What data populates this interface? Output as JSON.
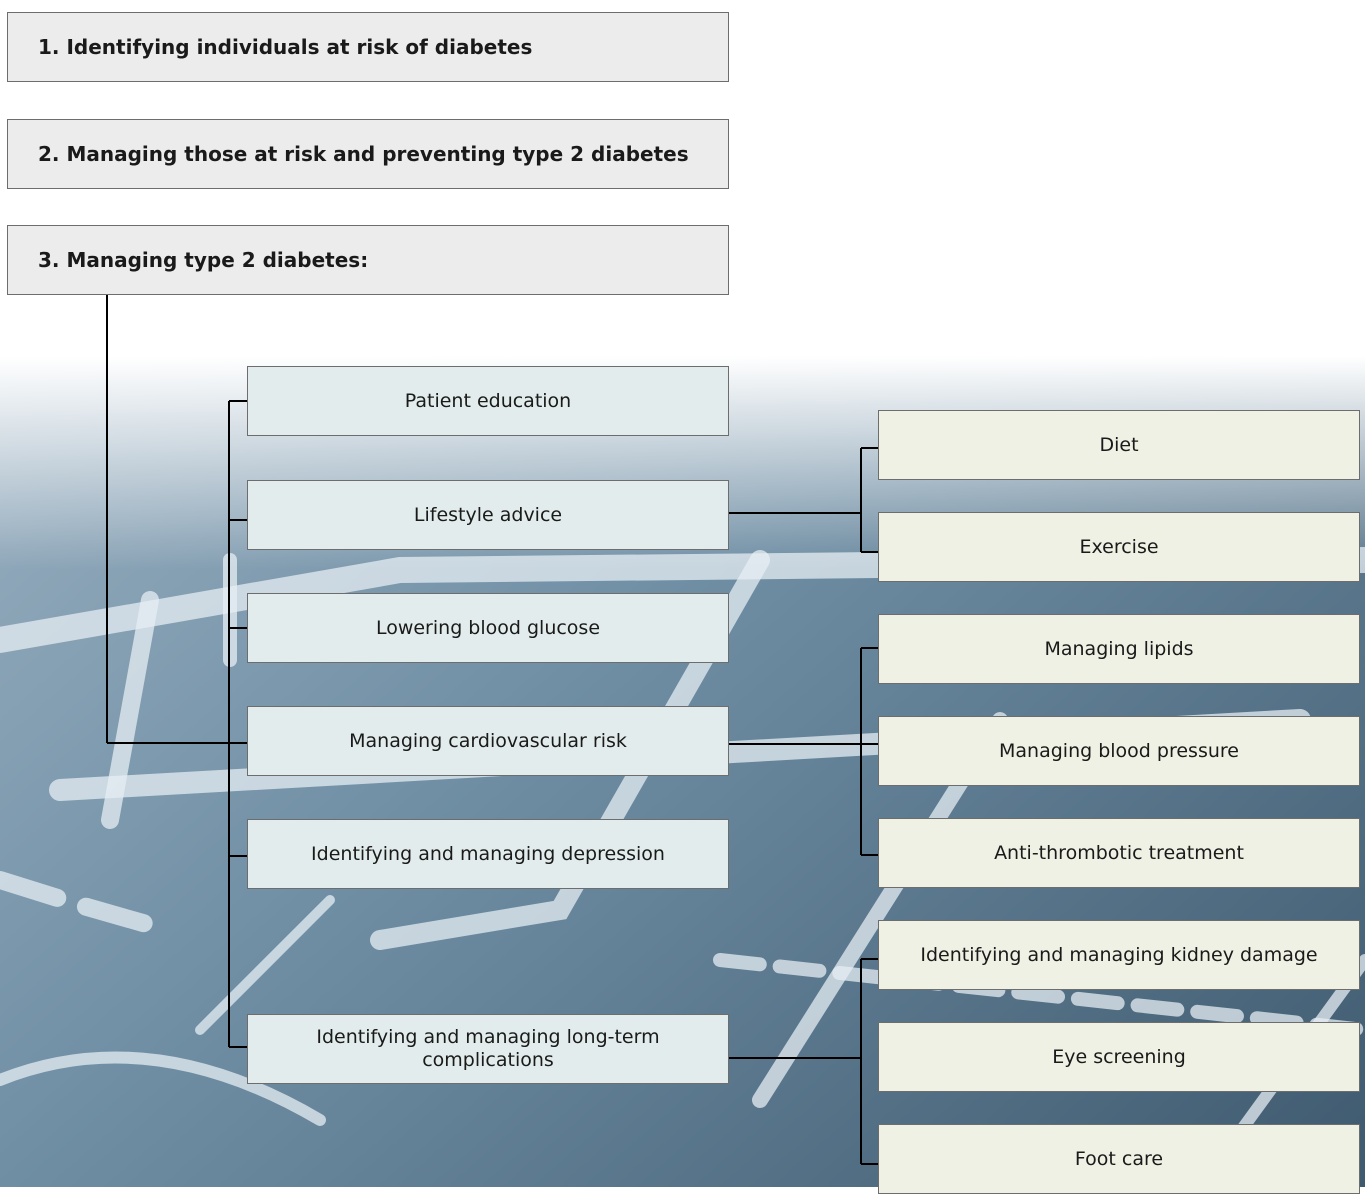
{
  "steps": [
    "1. Identifying individuals at risk of diabetes",
    "2. Managing those at risk  and preventing type 2 diabetes",
    "3. Managing type 2 diabetes:"
  ],
  "components": [
    "Patient education",
    "Lifestyle advice",
    "Lowering blood glucose",
    "Managing cardiovascular risk",
    "Identifying and managing depression",
    "Identifying and managing long-term complications"
  ],
  "lifestyle_sub": [
    "Diet",
    "Exercise"
  ],
  "cardiovascular_sub": [
    "Managing lipids",
    "Managing blood pressure",
    "Anti-thrombotic treatment"
  ],
  "complications_sub": [
    "Identifying and managing kidney damage",
    "Eye screening",
    "Foot care"
  ],
  "colors": {
    "step_box": "#ececec",
    "component_box": "#e3ecec",
    "sub_box": "#eef1e4",
    "connector": "#000000",
    "background_chalkboard": "#5f7d92"
  }
}
